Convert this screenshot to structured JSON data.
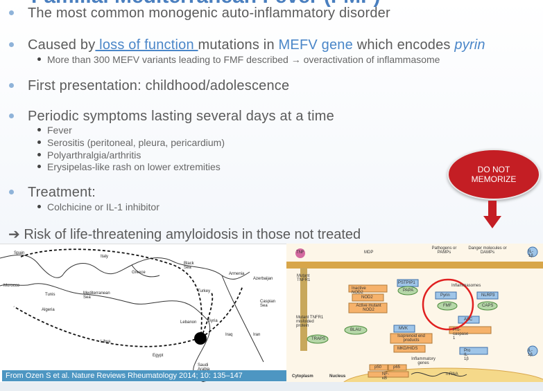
{
  "slide": {
    "title": "Familial Mediterranean Fever (FMF)",
    "bullets": [
      {
        "text": "The most common monogenic auto-inflammatory disorder"
      },
      {
        "prefix": "Caused by",
        "link": " loss of function ",
        "mid": "mutations in ",
        "gene": "MEFV gene",
        "mid2": " which encodes ",
        "protein": "pyrin"
      },
      {
        "sub": "More than 300 MEFV variants leading to FMF described",
        "sub_arrow": "→",
        "sub_tail": " overactivation of inflammasome"
      },
      {
        "text": "First presentation: childhood/adolescence"
      },
      {
        "text": "Periodic symptoms lasting several days at a time"
      },
      {
        "sub": "Fever"
      },
      {
        "sub": "Serositis (peritoneal, pleura, pericardium)"
      },
      {
        "sub": "Polyarthralgia/arthritis"
      },
      {
        "sub": "Erysipelas-like rash on lower extremities"
      },
      {
        "text": "Treatment:"
      },
      {
        "sub": "Colchicine or IL-1 inhibitor"
      }
    ],
    "risk_arrow": "➔",
    "risk_text": " Risk of life-threatening amyloidosis in those not treated",
    "badge": {
      "line1": "DO NOT",
      "line2": "MEMORIZE",
      "color": "#c41e24"
    }
  },
  "map": {
    "labels": [
      "Spain",
      "Italy",
      "Greece",
      "Black Sea",
      "Morocco",
      "Tunis",
      "Mediterranean Sea",
      "Algeria",
      "Turkey",
      "Armenia",
      "Azerbaijan",
      "Caspian Sea",
      "Syria",
      "Lebanon",
      "Iraq",
      "Iran",
      "Libya",
      "Egypt",
      "Saudi Arabia"
    ]
  },
  "pathway": {
    "labels": [
      "TNF",
      "MDP",
      "Pathogens or PAMPs",
      "Danger molecules or DAMPs",
      "IL-1β",
      "Mutant TNFR1",
      "PSTPIP1",
      "Inactive NOD2",
      "PAPA",
      "Inflammasomes",
      "NOD2",
      "Pyrin",
      "NLRP3",
      "Active mutant NOD2",
      "FMF",
      "CAPS",
      "Mutant TNFR1 misfolded protein",
      "ASC",
      "MVK",
      "Isoprenoid end products",
      "Pro-caspase 1",
      "BLAU",
      "TRAPS",
      "MKD/HIDS",
      "Pro IL-1β",
      "IL-1β",
      "Inflammatory genes",
      "p50",
      "p65",
      "NF-κB",
      "mRNA",
      "Cytoplasm",
      "Nucleus"
    ]
  },
  "caption": {
    "text": "From Ozen S et al. Nature Reviews Rheumatology  2014; 10: 135–147",
    "tail": ".  Cytoplasm"
  }
}
